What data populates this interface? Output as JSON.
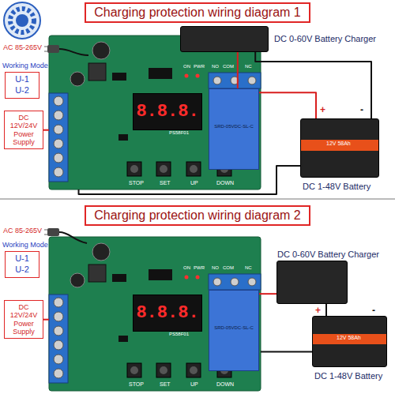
{
  "diagram": {
    "nodes": [
      {
        "text": [
          "Charging protection wiring diagram 1"
        ]
      },
      {
        "text": [
          "PS58F01"
        ]
      },
      {
        "text": [
          "8.8.8."
        ],
        "in": 1
      },
      {
        "text": [
          "SRD-05VDC-SL-C"
        ],
        "in": 1
      },
      {
        "text": [
          "DC 0-60V Battery Charger"
        ]
      },
      {
        "text": [
          "DC 1-48V Battery"
        ]
      },
      {
        "text": [
          "Working Mode",
          "U-1",
          "U-2"
        ]
      },
      {
        "text": [
          "DC 12V/24V Power Supply"
        ]
      },
      {
        "text": [
          "Charging protection wiring diagram 2"
        ]
      },
      {
        "text": [
          "PS58F01"
        ]
      },
      {
        "text": [
          "8.8.8."
        ],
        "in": 9
      },
      {
        "text": [
          "SRD-05VDC-SL-C"
        ],
        "in": 9
      },
      {
        "text": [
          "DC 0-60V Battery Charger"
        ]
      },
      {
        "text": [
          "DC 1-48V Battery"
        ]
      },
      {
        "text": [
          "Working Mode",
          "U-1",
          "U-2"
        ]
      },
      {
        "text": [
          "DC 12V/24V Power Supply"
        ]
      }
    ],
    "edges": [
      {
        "from": 4,
        "to": 3,
        "arrow": "none"
      },
      {
        "from": 3,
        "to": 5,
        "arrow": "none"
      },
      {
        "from": 4,
        "to": 5,
        "arrow": "none"
      },
      {
        "from": 5,
        "to": 1,
        "arrow": "none"
      },
      {
        "from": 7,
        "to": 1,
        "arrow": "none"
      },
      {
        "from": 11,
        "to": 12,
        "arrow": "none"
      },
      {
        "from": 12,
        "to": 13,
        "arrow": "none"
      },
      {
        "from": 13,
        "to": 9,
        "arrow": "none"
      },
      {
        "from": 15,
        "to": 9,
        "arrow": "none"
      }
    ],
    "labels": [
      "AC 85-265V",
      "ON",
      "PWR",
      "NO",
      "COM",
      "NC",
      "STOP",
      "SET",
      "UP",
      "DOWN",
      "+",
      "-",
      "12V 58Ah",
      "AC 85-265V",
      "ON",
      "PWR",
      "NO",
      "COM",
      "NC",
      "STOP",
      "SET",
      "UP",
      "DOWN",
      "+",
      "-",
      "12V 58Ah"
    ]
  }
}
